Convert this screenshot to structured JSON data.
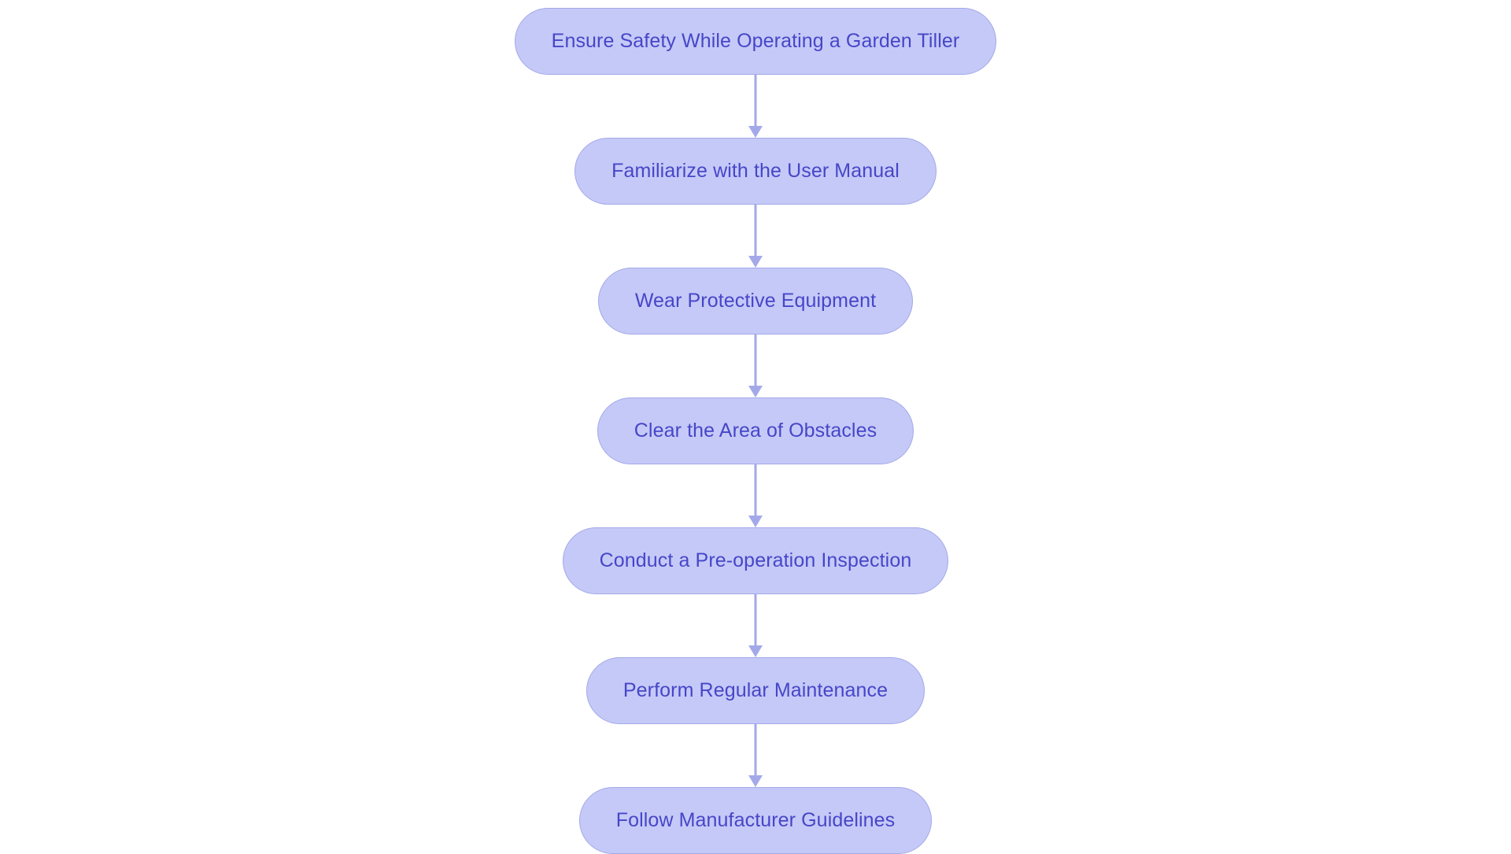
{
  "diagram": {
    "type": "flowchart",
    "orientation": "vertical-top-to-bottom",
    "background_color": "#ffffff",
    "node_fill_color": "#c5c9f7",
    "node_border_color": "#a3a9e8",
    "node_text_color": "#4646c8",
    "connector_color": "#a3a9e8",
    "node_shape": "pill",
    "nodes": [
      {
        "id": "n1",
        "label": "Ensure Safety While Operating a Garden Tiller"
      },
      {
        "id": "n2",
        "label": "Familiarize with the User Manual"
      },
      {
        "id": "n3",
        "label": "Wear Protective Equipment"
      },
      {
        "id": "n4",
        "label": "Clear the Area of Obstacles"
      },
      {
        "id": "n5",
        "label": "Conduct a Pre-operation Inspection"
      },
      {
        "id": "n6",
        "label": "Perform Regular Maintenance"
      },
      {
        "id": "n7",
        "label": "Follow Manufacturer Guidelines"
      }
    ],
    "edges": [
      {
        "from": "n1",
        "to": "n2",
        "arrow": "down-arrow-icon"
      },
      {
        "from": "n2",
        "to": "n3",
        "arrow": "down-arrow-icon"
      },
      {
        "from": "n3",
        "to": "n4",
        "arrow": "down-arrow-icon"
      },
      {
        "from": "n4",
        "to": "n5",
        "arrow": "down-arrow-icon"
      },
      {
        "from": "n5",
        "to": "n6",
        "arrow": "down-arrow-icon"
      },
      {
        "from": "n6",
        "to": "n7",
        "arrow": "down-arrow-icon"
      }
    ]
  }
}
